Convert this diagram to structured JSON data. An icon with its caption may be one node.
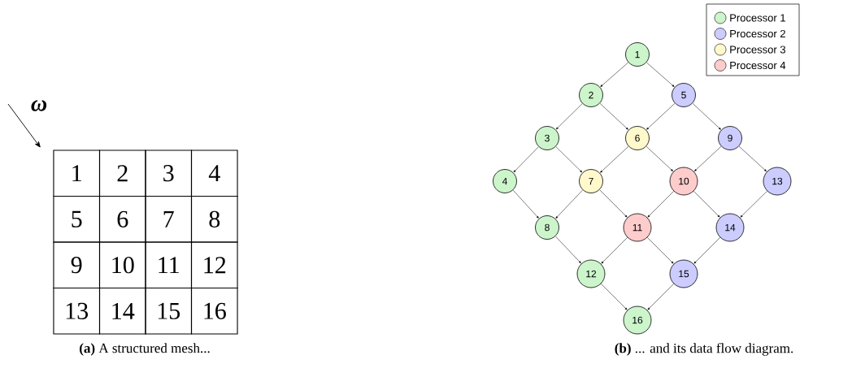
{
  "diagram": {
    "nodes": [
      {
        "text": [
          "1"
        ]
      },
      {
        "text": [
          "2"
        ]
      },
      {
        "text": [
          "3"
        ]
      },
      {
        "text": [
          "4"
        ]
      },
      {
        "text": [
          "5"
        ]
      },
      {
        "text": [
          "6"
        ]
      },
      {
        "text": [
          "7"
        ]
      },
      {
        "text": [
          "8"
        ]
      },
      {
        "text": [
          "9"
        ]
      },
      {
        "text": [
          "10"
        ]
      },
      {
        "text": [
          "11"
        ]
      },
      {
        "text": [
          "12"
        ]
      },
      {
        "text": [
          "13"
        ]
      },
      {
        "text": [
          "14"
        ]
      },
      {
        "text": [
          "15"
        ]
      },
      {
        "text": [
          "16"
        ]
      },
      {
        "text": [
          "1"
        ]
      },
      {
        "text": [
          "2"
        ]
      },
      {
        "text": [
          "3"
        ]
      },
      {
        "text": [
          "4"
        ]
      },
      {
        "text": [
          "5"
        ]
      },
      {
        "text": [
          "6"
        ]
      },
      {
        "text": [
          "7"
        ]
      },
      {
        "text": [
          "8"
        ]
      },
      {
        "text": [
          "9"
        ]
      },
      {
        "text": [
          "10"
        ]
      },
      {
        "text": [
          "11"
        ]
      },
      {
        "text": [
          "12"
        ]
      },
      {
        "text": [
          "13"
        ]
      },
      {
        "text": [
          "14"
        ]
      },
      {
        "text": [
          "15"
        ]
      },
      {
        "text": [
          "16"
        ]
      }
    ],
    "edges": [
      {
        "from": 16,
        "to": 17,
        "arrow": "to"
      },
      {
        "from": 16,
        "to": 20,
        "arrow": "to"
      },
      {
        "from": 17,
        "to": 18,
        "arrow": "to"
      },
      {
        "from": 17,
        "to": 21,
        "arrow": "to"
      },
      {
        "from": 20,
        "to": 21,
        "arrow": "to"
      },
      {
        "from": 20,
        "to": 24,
        "arrow": "to"
      },
      {
        "from": 18,
        "to": 19,
        "arrow": "to"
      },
      {
        "from": 18,
        "to": 22,
        "arrow": "to"
      },
      {
        "from": 21,
        "to": 22,
        "arrow": "to"
      },
      {
        "from": 21,
        "to": 25,
        "arrow": "to"
      },
      {
        "from": 24,
        "to": 25,
        "arrow": "to"
      },
      {
        "from": 24,
        "to": 28,
        "arrow": "to"
      },
      {
        "from": 19,
        "to": 23,
        "arrow": "to"
      },
      {
        "from": 22,
        "to": 23,
        "arrow": "to"
      },
      {
        "from": 22,
        "to": 26,
        "arrow": "to"
      },
      {
        "from": 25,
        "to": 26,
        "arrow": "to"
      },
      {
        "from": 25,
        "to": 29,
        "arrow": "to"
      },
      {
        "from": 28,
        "to": 29,
        "arrow": "to"
      },
      {
        "from": 23,
        "to": 27,
        "arrow": "to"
      },
      {
        "from": 26,
        "to": 27,
        "arrow": "to"
      },
      {
        "from": 26,
        "to": 30,
        "arrow": "to"
      },
      {
        "from": 29,
        "to": 30,
        "arrow": "to"
      },
      {
        "from": 27,
        "to": 31,
        "arrow": "to"
      },
      {
        "from": 30,
        "to": 31,
        "arrow": "to"
      }
    ],
    "labels": [
      "ω",
      "**(a)** A structured mesh...",
      "**(b)** ... and its data flow diagram."
    ],
    "legend": [
      {
        "text": "Processor 1",
        "color": "#ccf5cc"
      },
      {
        "text": "Processor 2",
        "color": "#ccccff"
      },
      {
        "text": "Processor 3",
        "color": "#fff9cc"
      },
      {
        "text": "Processor 4",
        "color": "#ffcccc"
      }
    ]
  }
}
